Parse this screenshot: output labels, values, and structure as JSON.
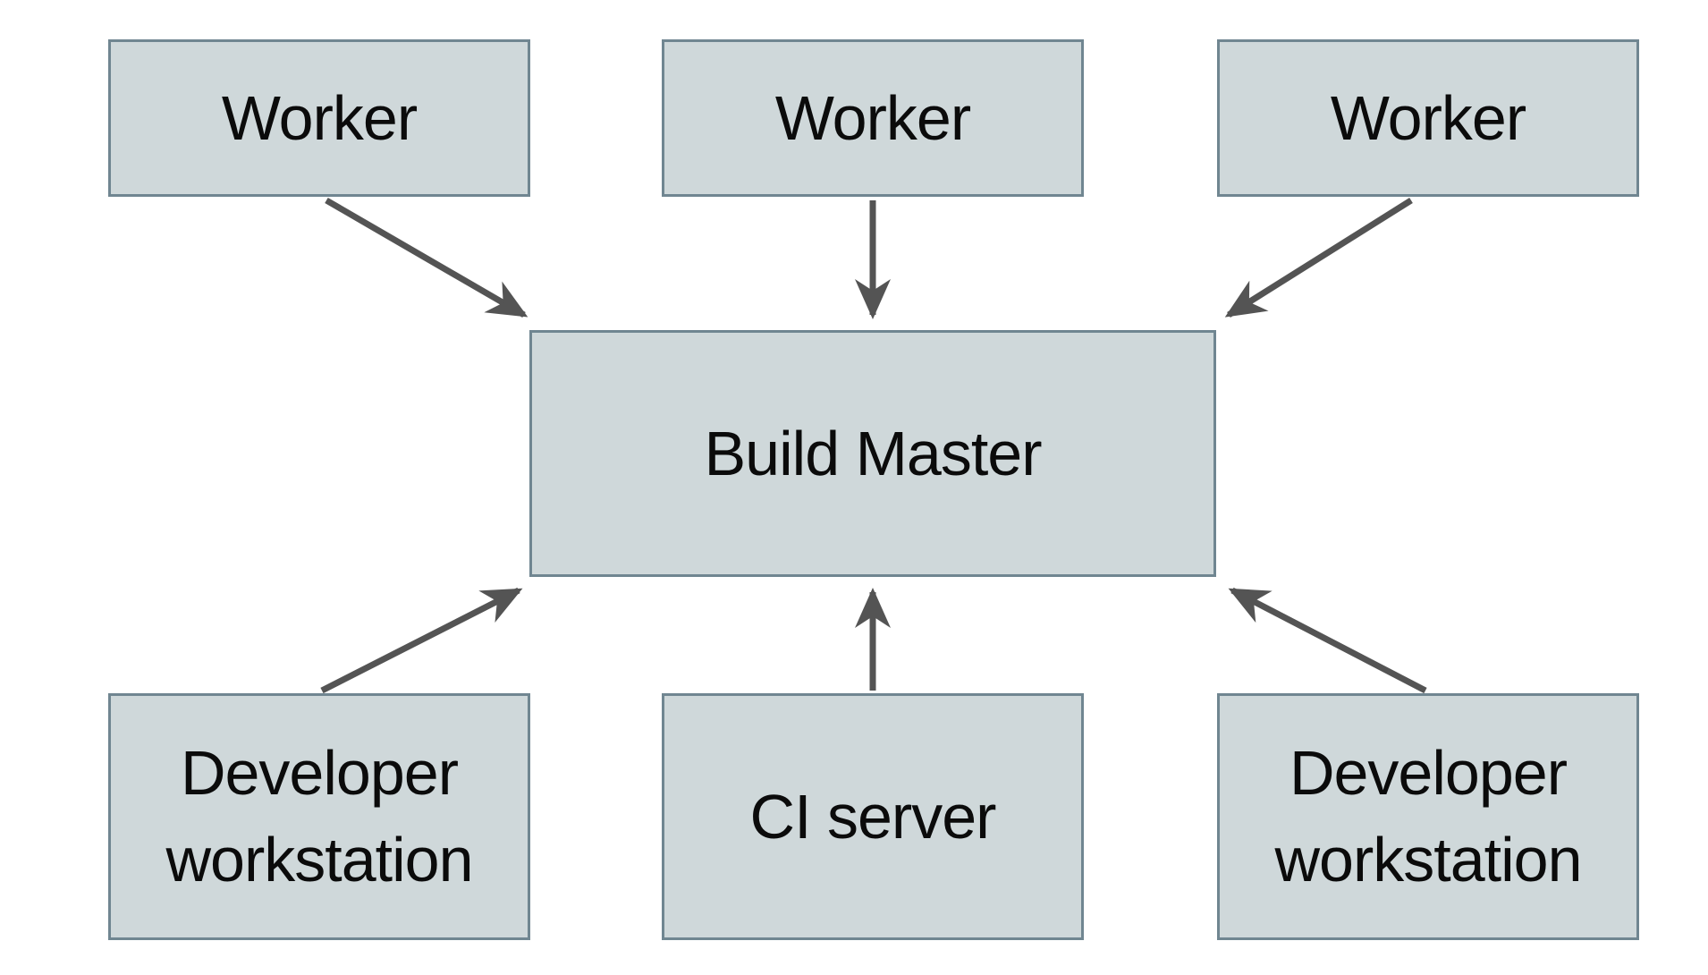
{
  "diagram": {
    "type": "architecture-diagram",
    "colors": {
      "node_fill": "#cfd8da",
      "node_border": "#708691",
      "arrow": "#545454",
      "text": "#0b0b0b",
      "background": "#ffffff"
    },
    "nodes": [
      {
        "id": "worker-1",
        "label": "Worker"
      },
      {
        "id": "worker-2",
        "label": "Worker"
      },
      {
        "id": "worker-3",
        "label": "Worker"
      },
      {
        "id": "build-master",
        "label": "Build Master"
      },
      {
        "id": "developer-workstation-1",
        "label": "Developer workstation"
      },
      {
        "id": "ci-server",
        "label": "CI server"
      },
      {
        "id": "developer-workstation-2",
        "label": "Developer workstation"
      }
    ],
    "edges": [
      {
        "from": "worker-1",
        "to": "build-master"
      },
      {
        "from": "worker-2",
        "to": "build-master"
      },
      {
        "from": "worker-3",
        "to": "build-master"
      },
      {
        "from": "developer-workstation-1",
        "to": "build-master"
      },
      {
        "from": "ci-server",
        "to": "build-master"
      },
      {
        "from": "developer-workstation-2",
        "to": "build-master"
      }
    ]
  }
}
